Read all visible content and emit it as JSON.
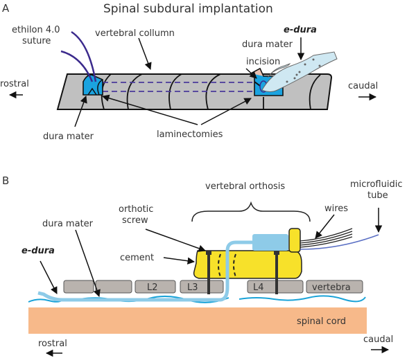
{
  "panel_a": {
    "letter": "A",
    "title": "Spinal subdural implantation",
    "labels": {
      "suture_line1": "ethilon 4.0",
      "suture_line2": "suture",
      "vertebral_column": "vertebral collumn",
      "e_dura": "e-dura",
      "dura_mater_top": "dura mater",
      "incision": "incision",
      "rostral": "rostral",
      "caudal": "caudal",
      "dura_mater_bottom": "dura mater",
      "laminectomies": "laminectomies"
    }
  },
  "panel_b": {
    "letter": "B",
    "labels": {
      "vertebral_orthosis": "vertebral orthosis",
      "microfluidic_line1": "microfluidic",
      "microfluidic_line2": "tube",
      "wires": "wires",
      "orthotic_line1": "orthotic",
      "orthotic_line2": "screw",
      "dura_mater": "dura mater",
      "e_dura": "e-dura",
      "cement": "cement",
      "spinal_cord": "spinal cord",
      "rostral": "rostral",
      "caudal": "caudal"
    },
    "vertebrae": [
      "",
      "",
      "L2",
      "L3",
      "L4",
      "vertebra"
    ]
  },
  "colors": {
    "bone": "#c0c0c0",
    "vertebra_block": "#b9b3ae",
    "dura_blue": "#1aa3e0",
    "suture_purple": "#3b2a8c",
    "edura_light": "#cfe8f2",
    "orthosis_yellow": "#f7e12a",
    "tube_light_blue": "#8ecbe8",
    "spinal_cord": "#f7b98a",
    "csf_line": "#1aa3d8"
  }
}
